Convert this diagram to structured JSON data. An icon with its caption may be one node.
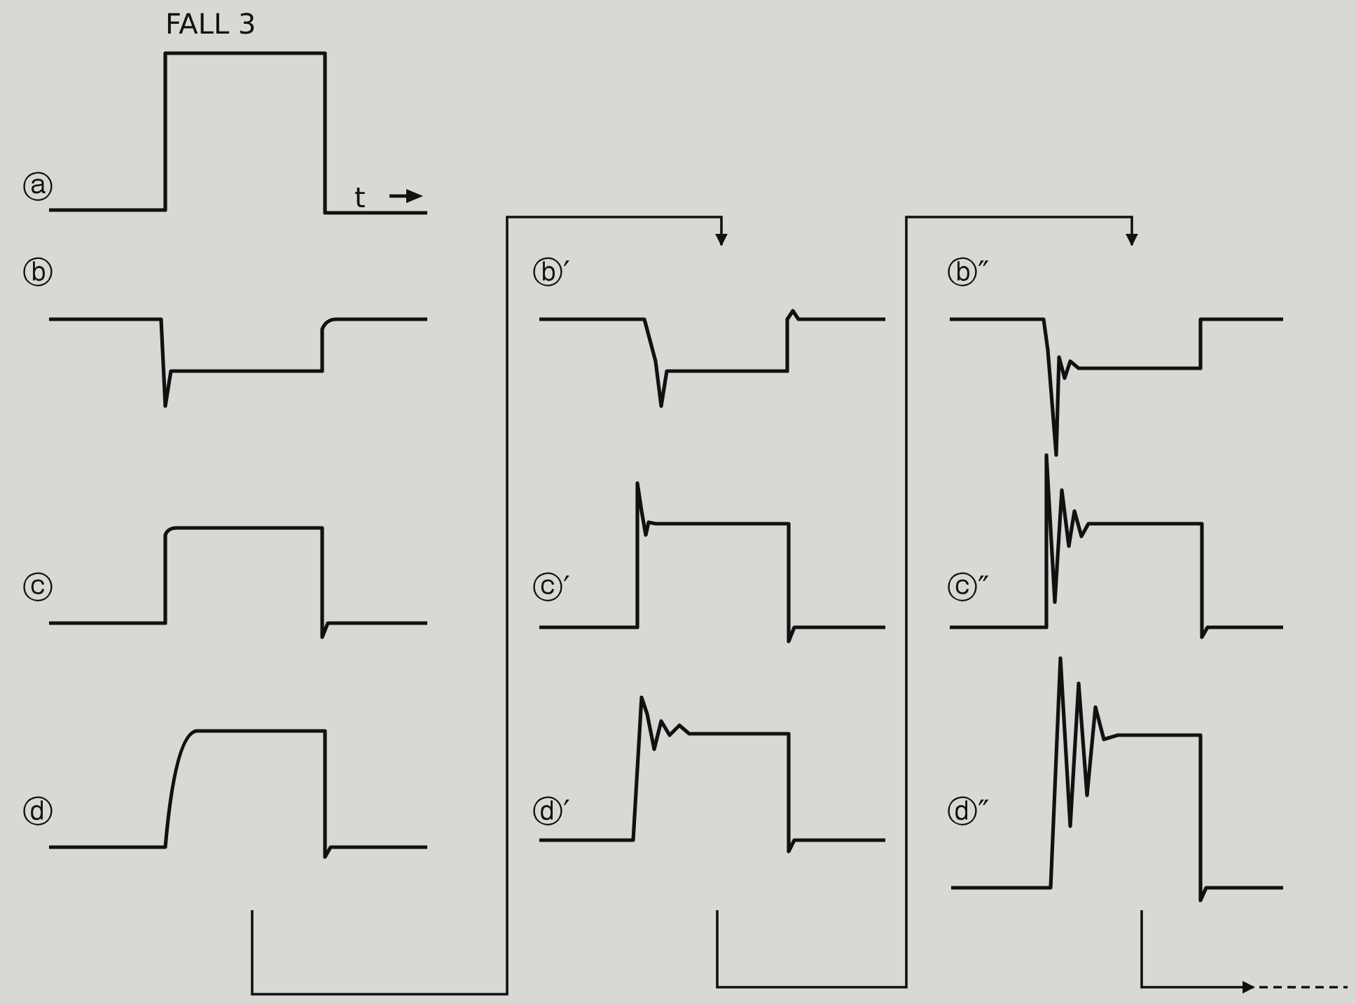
{
  "diagram": {
    "title": "FALL 3",
    "nodes": [
      {
        "text": [],
        "shape": "picture"
      },
      {
        "text": [],
        "shape": "picture"
      },
      {
        "text": [],
        "shape": "picture"
      }
    ],
    "edges": [
      {
        "from": 0,
        "to": 1,
        "arrow": "to"
      },
      {
        "from": 1,
        "to": 2,
        "arrow": "to"
      },
      {
        "from": 2,
        "to": null,
        "arrow": "to"
      }
    ],
    "labels": [
      "ⓐ",
      "t",
      "ⓑ",
      "ⓑ′",
      "ⓑ″",
      "ⓒ",
      "ⓒ′",
      "ⓒ″",
      "ⓓ",
      "ⓓ′",
      "ⓓ″"
    ]
  }
}
